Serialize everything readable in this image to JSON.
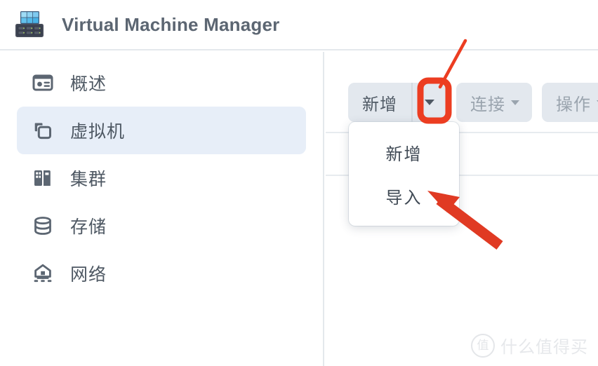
{
  "app": {
    "title": "Virtual Machine Manager",
    "icon": "server-rack-icon"
  },
  "sidebar": {
    "items": [
      {
        "label": "概述",
        "icon": "overview-card-icon",
        "selected": false
      },
      {
        "label": "虚拟机",
        "icon": "virtual-machine-copy-icon",
        "selected": true
      },
      {
        "label": "集群",
        "icon": "cluster-servers-icon",
        "selected": false
      },
      {
        "label": "存储",
        "icon": "storage-database-icon",
        "selected": false
      },
      {
        "label": "网络",
        "icon": "network-router-icon",
        "selected": false
      }
    ]
  },
  "main": {
    "toolbar": {
      "create": {
        "label": "新增",
        "has_split_caret": true,
        "caret_icon": "chevron-down-icon",
        "disabled": false
      },
      "connect": {
        "label": "连接",
        "caret_icon": "chevron-down-icon",
        "disabled": true
      },
      "action": {
        "label": "操作",
        "caret_icon": "chevron-down-icon",
        "disabled": true,
        "clipped": true
      }
    },
    "dropdown": {
      "open": true,
      "items": [
        {
          "label": "新增"
        },
        {
          "label": "导入"
        }
      ]
    }
  },
  "annotations": {
    "highlight_box": {
      "target": "新增 dropdown caret",
      "color": "#ec3d21"
    },
    "pointer_line": {
      "color": "#ec3d21"
    },
    "arrow": {
      "target": "导入",
      "color": "#e03a23"
    }
  },
  "watermark": {
    "logo_char": "值",
    "text": "什么值得买",
    "color": "#e6e8eb"
  },
  "colors": {
    "accent_selected_bg": "#e7eef8",
    "button_bg": "#e3e8ee",
    "text_primary": "#4e5863",
    "text_muted": "#9aa4ae",
    "divider": "#e4e8ec",
    "annotation_red": "#ec3d21"
  }
}
